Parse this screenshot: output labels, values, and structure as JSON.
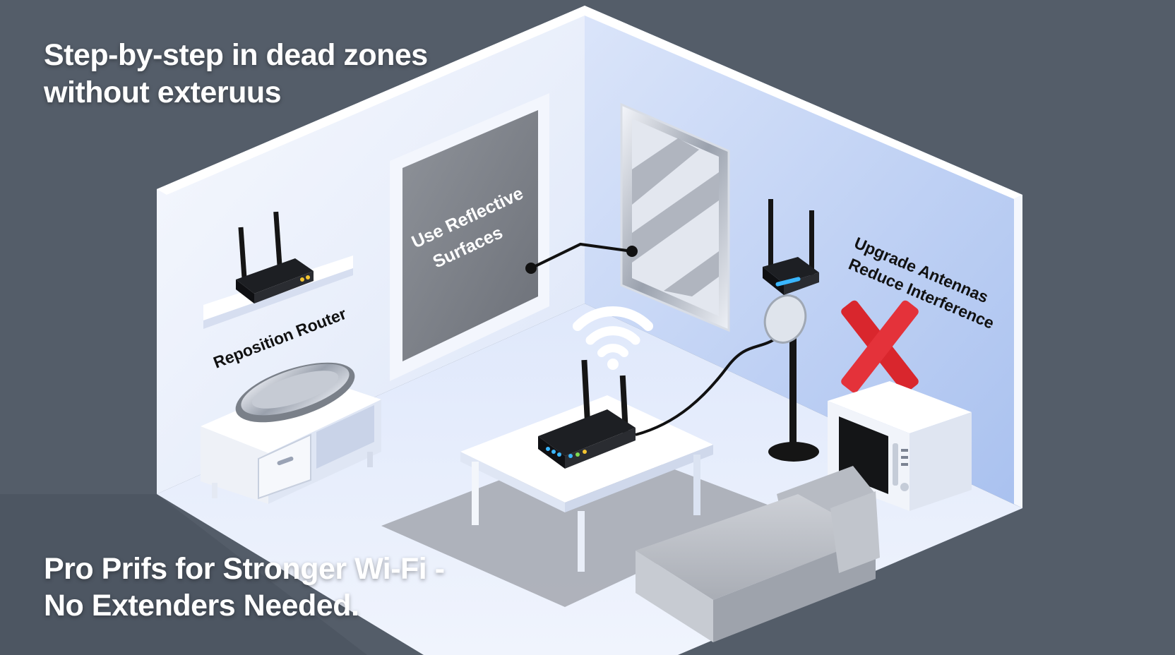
{
  "headline_top": {
    "line1": "Step-by-step in dead zones",
    "line2": "without exteruus"
  },
  "headline_bottom": {
    "line1": "Pro Prifs for Stronger Wi-Fi -",
    "line2": "No Extenders Needed."
  },
  "labels": {
    "reflective_line1": "Use Reflective",
    "reflective_line2": "Surfaces",
    "reposition": "Reposition Router",
    "antennas_line1": "Upgrade Antennas",
    "antennas_line2": "Reduce Interference"
  },
  "colors": {
    "background": "#545d69",
    "wall_left": "#eef2fb",
    "wall_back": "#cfdcf6",
    "floor": "#e6edfa",
    "accent_x": "#e0282e",
    "router_led": "#3ab6ff"
  },
  "icons": {
    "wifi": "wifi-signal-icon",
    "cross": "red-x-icon"
  }
}
